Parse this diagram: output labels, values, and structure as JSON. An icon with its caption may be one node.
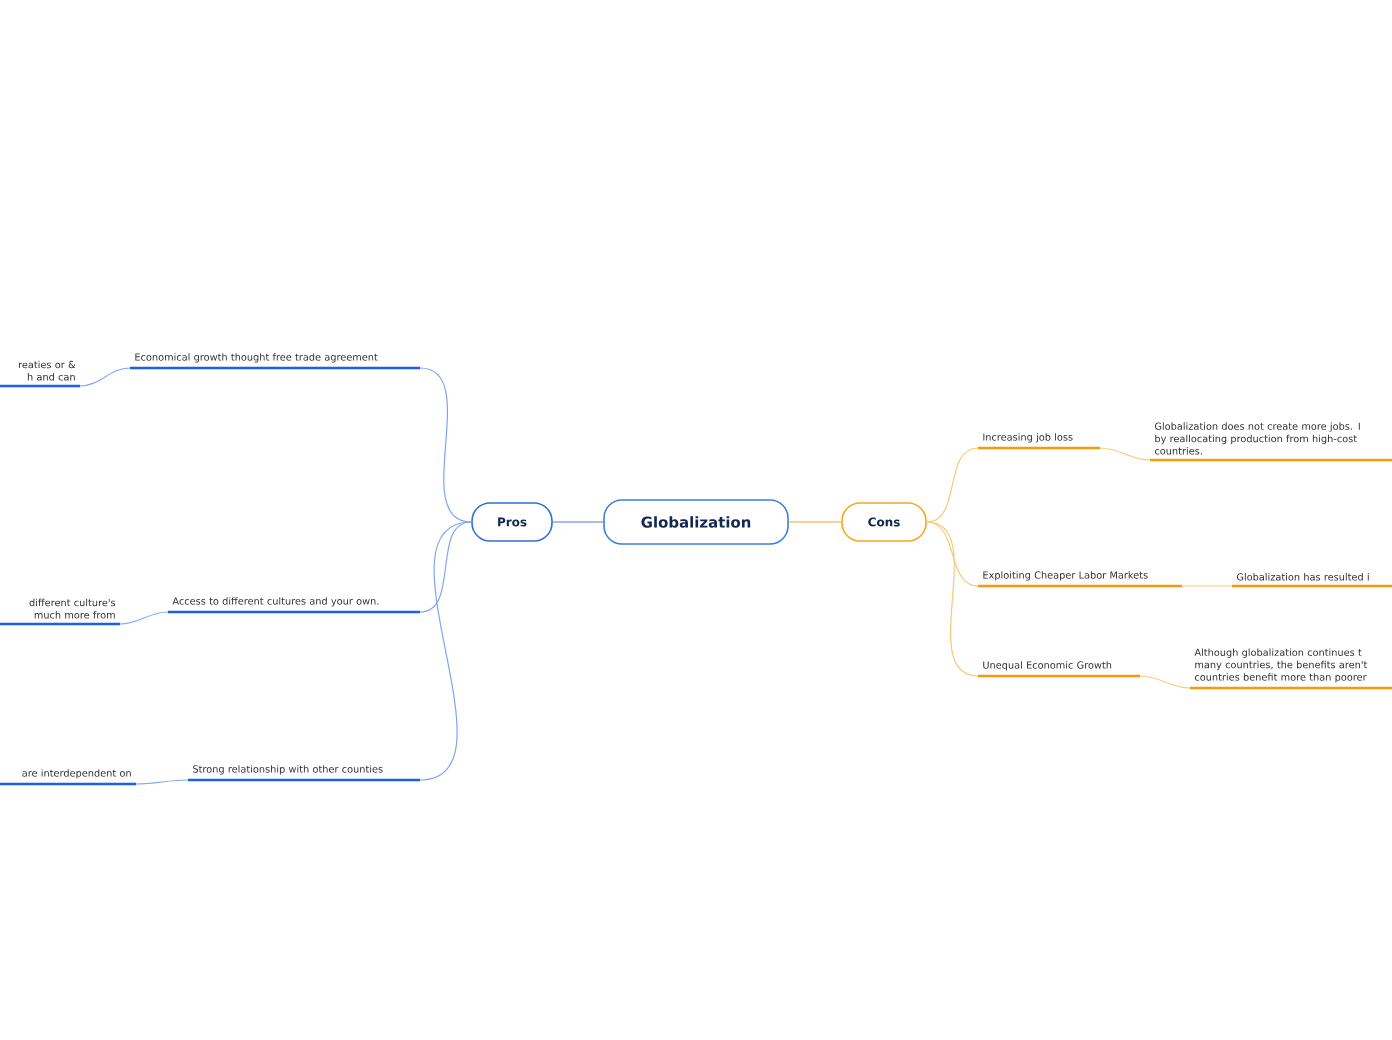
{
  "diagram": {
    "nodes": [
      {
        "text": [
          "Globalization"
        ]
      },
      {
        "text": [
          "Pros"
        ]
      },
      {
        "text": [
          "Cons"
        ]
      },
      {
        "text": [
          "Economical growth thought free trade agreement"
        ]
      },
      {
        "text": [
          "reaties or & h and can"
        ]
      },
      {
        "text": [
          "Access to different cultures and your own."
        ]
      },
      {
        "text": [
          "different culture's much more from"
        ]
      },
      {
        "text": [
          "Strong relationship with other counties"
        ]
      },
      {
        "text": [
          "are interdependent on"
        ]
      },
      {
        "text": [
          "Increasing job loss"
        ]
      },
      {
        "text": [
          "Globalization does not create more jobs. I by reallocating production from high-cost countries."
        ]
      },
      {
        "text": [
          "Exploiting Cheaper Labor Markets"
        ]
      },
      {
        "text": [
          "Globalization has resulted i"
        ]
      },
      {
        "text": [
          "Unequal Economic Growth"
        ]
      },
      {
        "text": [
          "Although globalization continues t many countries, the benefits aren't countries benefit more than poorer"
        ]
      }
    ],
    "edges": [
      {
        "from": 0,
        "to": 1,
        "arrow": "none",
        "color": "#4a7fe0"
      },
      {
        "from": 0,
        "to": 2,
        "arrow": "none",
        "color": "#f5a623"
      },
      {
        "from": 1,
        "to": 3,
        "arrow": "none",
        "color": "#7ea6f5"
      },
      {
        "from": 1,
        "to": 5,
        "arrow": "none",
        "color": "#7ea6f5"
      },
      {
        "from": 1,
        "to": 7,
        "arrow": "none",
        "color": "#7ea6f5"
      },
      {
        "from": 3,
        "to": 4,
        "arrow": "none",
        "color": "#7ea6f5"
      },
      {
        "from": 5,
        "to": 6,
        "arrow": "none",
        "color": "#7ea6f5"
      },
      {
        "from": 7,
        "to": 8,
        "arrow": "none",
        "color": "#7ea6f5"
      },
      {
        "from": 2,
        "to": 9,
        "arrow": "none",
        "color": "#f8c77a"
      },
      {
        "from": 2,
        "to": 11,
        "arrow": "none",
        "color": "#f8c77a"
      },
      {
        "from": 2,
        "to": 13,
        "arrow": "none",
        "color": "#f8c77a"
      },
      {
        "from": 9,
        "to": 10,
        "arrow": "none",
        "color": "#f8c77a"
      },
      {
        "from": 11,
        "to": 12,
        "arrow": "none",
        "color": "#f8c77a"
      },
      {
        "from": 13,
        "to": 14,
        "arrow": "none",
        "color": "#f8c77a"
      }
    ]
  }
}
